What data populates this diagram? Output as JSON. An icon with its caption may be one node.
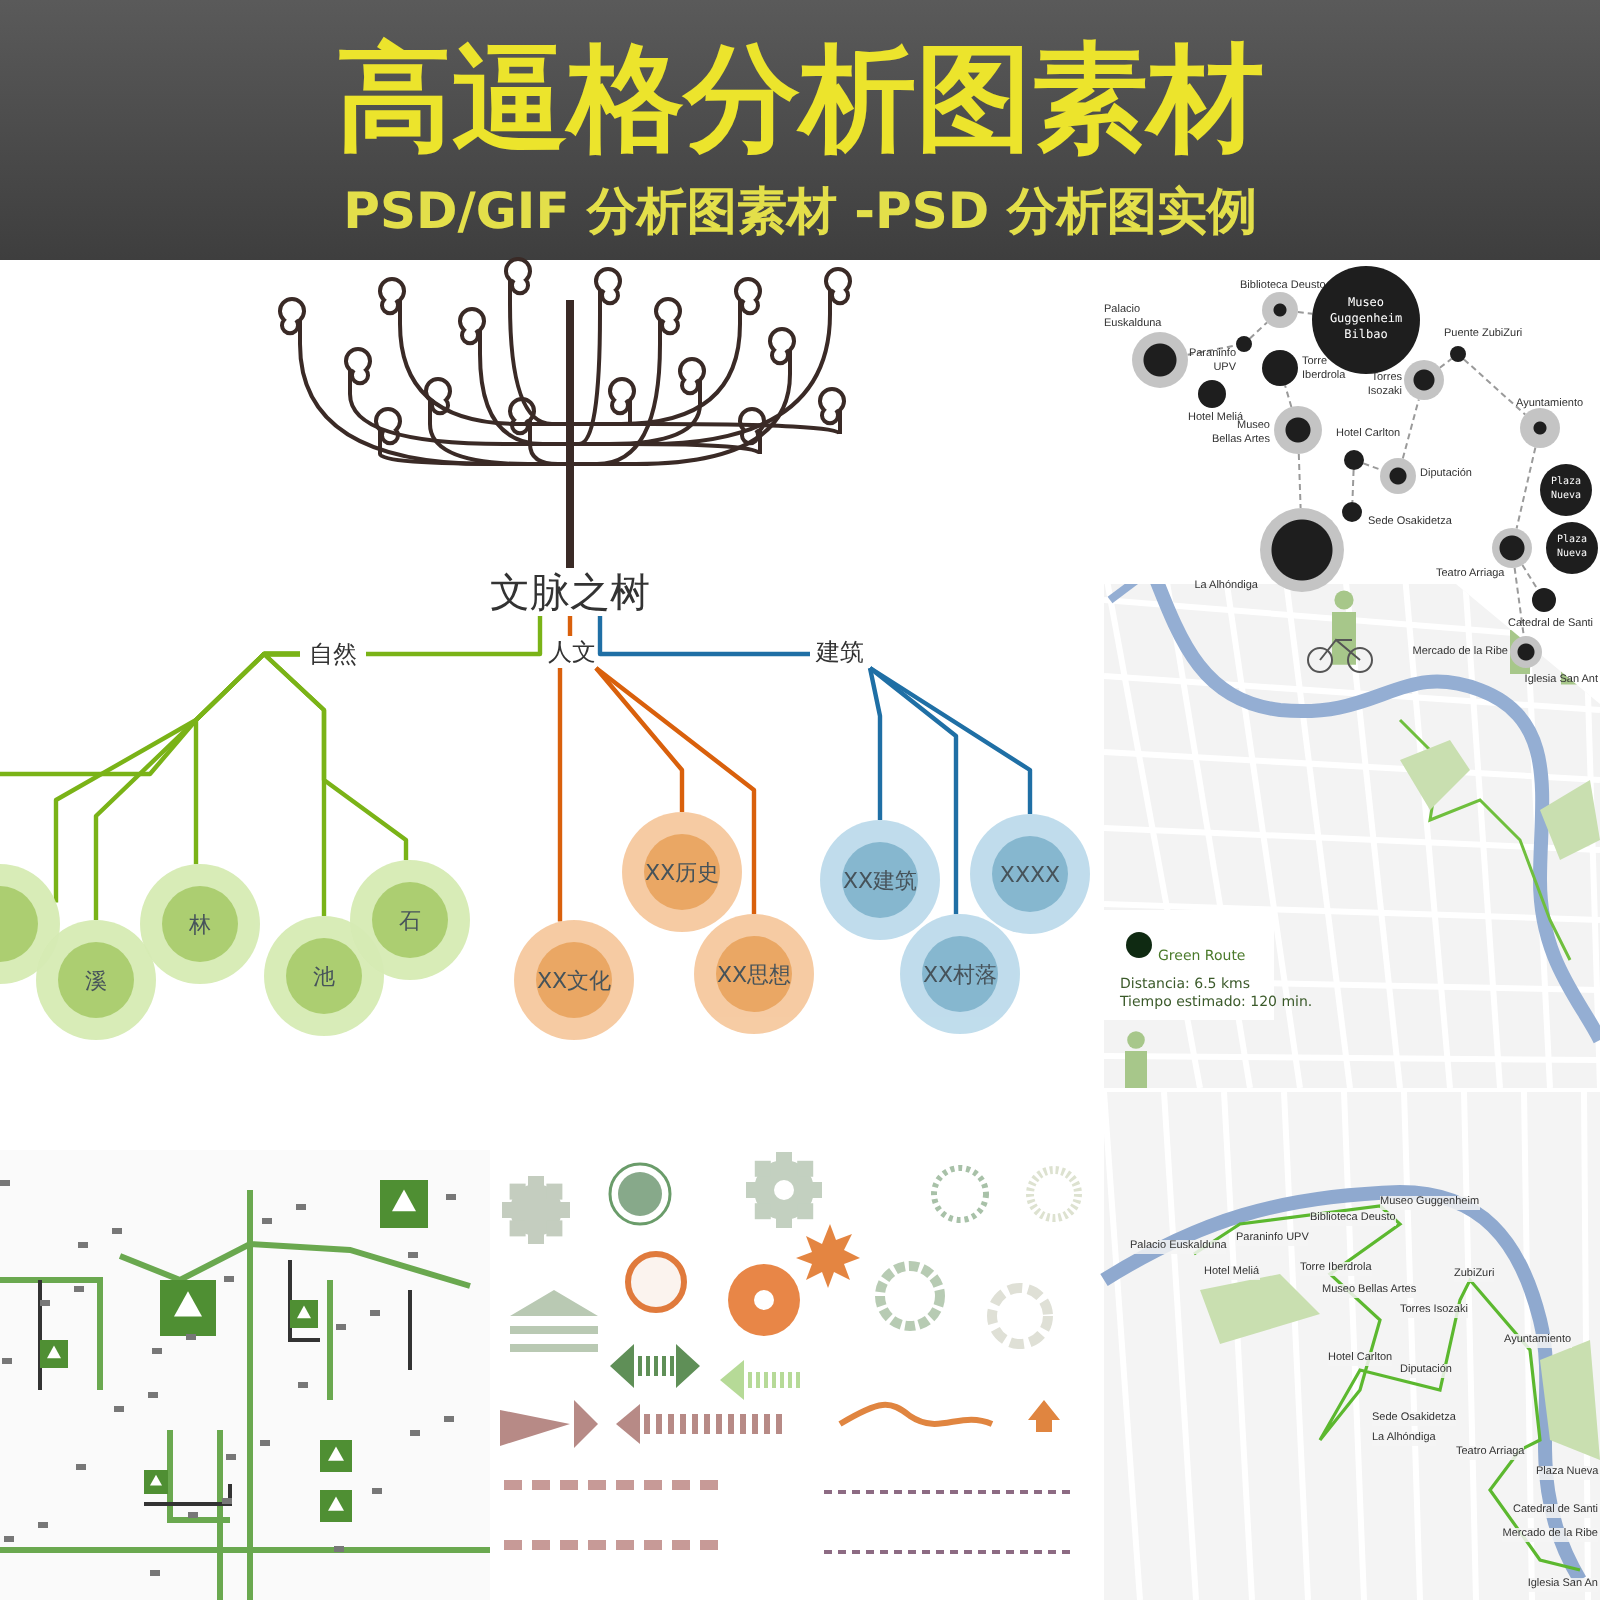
{
  "diagram": {
    "title": "高逼格分析图素材",
    "nodes": [
      {
        "text": [
          "文脉之树"
        ]
      },
      {
        "text": [
          "自然"
        ]
      },
      {
        "text": [
          "人文"
        ]
      },
      {
        "text": [
          "建筑"
        ]
      },
      {
        "text": [],
        "shape": "circle"
      },
      {
        "text": [
          "溪"
        ]
      },
      {
        "text": [
          "林"
        ]
      },
      {
        "text": [
          "池"
        ]
      },
      {
        "text": [
          "石"
        ]
      },
      {
        "text": [
          "XX文化"
        ]
      },
      {
        "text": [
          "XX历史"
        ]
      },
      {
        "text": [
          "XX思想"
        ]
      },
      {
        "text": [
          "XX建筑"
        ]
      },
      {
        "text": [
          "XXXX"
        ]
      },
      {
        "text": [
          "XX村落"
        ]
      },
      {
        "text": [],
        "shape": "circle",
        "beside": [
          "Palacio Euskalduna"
        ]
      },
      {
        "text": [],
        "shape": "circle",
        "beside": [
          "Paraninfo UPV"
        ]
      },
      {
        "text": [],
        "shape": "circle",
        "beside": [
          "Biblioteca Deusto"
        ]
      },
      {
        "text": [
          "Museo Guggenheim Bilbao"
        ]
      },
      {
        "text": [],
        "shape": "circle",
        "beside": [
          "Hotel Meliá"
        ]
      },
      {
        "text": [],
        "shape": "circle",
        "beside": [
          "Torre Iberdrola"
        ]
      },
      {
        "text": [],
        "shape": "circle",
        "beside": [
          "Museo Bellas Artes"
        ]
      },
      {
        "text": [],
        "shape": "circle",
        "beside": [
          "Puente ZubiZuri"
        ]
      },
      {
        "text": [],
        "shape": "circle",
        "beside": [
          "Torres Isozaki"
        ]
      },
      {
        "text": [],
        "shape": "circle",
        "beside": [
          "Hotel Carlton"
        ]
      },
      {
        "text": [],
        "shape": "circle",
        "beside": [
          "Diputación"
        ]
      },
      {
        "text": [],
        "shape": "circle",
        "beside": [
          "Sede Osakidetza"
        ]
      },
      {
        "text": [],
        "shape": "circle",
        "beside": [
          "La Alhóndiga"
        ]
      },
      {
        "text": [],
        "shape": "circle",
        "beside": [
          "Ayuntamiento"
        ]
      },
      {
        "text": [
          "Plaza Nueva"
        ]
      },
      {
        "text": [
          "Plaza Nueva"
        ]
      },
      {
        "text": [],
        "shape": "circle",
        "beside": [
          "Teatro Arriaga"
        ]
      },
      {
        "text": [],
        "shape": "circle",
        "beside": [
          "Catedral de Santi"
        ]
      },
      {
        "text": [],
        "shape": "circle",
        "beside": [
          "Mercado de la Ribe"
        ]
      }
    ],
    "edges": [
      {
        "from": 0,
        "to": 1,
        "arrow": "none",
        "color": "#7ab317"
      },
      {
        "from": 0,
        "to": 2,
        "arrow": "none",
        "color": "#d9600c"
      },
      {
        "from": 0,
        "to": 3,
        "arrow": "none",
        "color": "#1f6fa5"
      },
      {
        "from": 1,
        "to": null,
        "arrow": "none",
        "color": "#7ab317"
      },
      {
        "from": 1,
        "to": 4,
        "arrow": "none",
        "color": "#7ab317"
      },
      {
        "from": 1,
        "to": 5,
        "arrow": "none",
        "color": "#7ab317"
      },
      {
        "from": 1,
        "to": 6,
        "arrow": "none",
        "color": "#7ab317"
      },
      {
        "from": 1,
        "to": 7,
        "arrow": "none",
        "color": "#7ab317"
      },
      {
        "from": 1,
        "to": 8,
        "arrow": "none",
        "color": "#7ab317"
      },
      {
        "from": 2,
        "to": 9,
        "arrow": "none",
        "color": "#d9600c"
      },
      {
        "from": 2,
        "to": 10,
        "arrow": "none",
        "color": "#d9600c"
      },
      {
        "from": 2,
        "to": 11,
        "arrow": "none",
        "color": "#d9600c"
      },
      {
        "from": 3,
        "to": 12,
        "arrow": "none",
        "color": "#1f6fa5"
      },
      {
        "from": 3,
        "to": 13,
        "arrow": "none",
        "color": "#1f6fa5"
      },
      {
        "from": 3,
        "to": 14,
        "arrow": "none",
        "color": "#1f6fa5"
      },
      {
        "from": 15,
        "to": 16,
        "arrow": "none",
        "style": "dashed"
      },
      {
        "from": 16,
        "to": 17,
        "arrow": "none",
        "style": "dashed"
      },
      {
        "from": 17,
        "to": 18,
        "arrow": "none",
        "style": "dashed"
      },
      {
        "from": 21,
        "to": 20,
        "arrow": "none",
        "style": "dashed"
      },
      {
        "from": 21,
        "to": 27,
        "arrow": "none",
        "style": "dashed"
      },
      {
        "from": 24,
        "to": 25,
        "arrow": "none",
        "style": "dashed"
      },
      {
        "from": 24,
        "to": 26,
        "arrow": "none",
        "style": "dashed"
      },
      {
        "from": 25,
        "to": 23,
        "arrow": "none",
        "style": "dashed"
      },
      {
        "from": 23,
        "to": 22,
        "arrow": "none",
        "style": "dashed"
      },
      {
        "from": 22,
        "to": 28,
        "arrow": "none",
        "style": "dashed"
      },
      {
        "from": 28,
        "to": 31,
        "arrow": "none",
        "style": "dashed"
      },
      {
        "from": 31,
        "to": 33,
        "arrow": "none",
        "style": "dashed"
      },
      {
        "from": 31,
        "to": 32,
        "arrow": "none",
        "style": "dashed"
      }
    ],
    "labels": [
      "PSD/GIF 分析图素材 -PSD 分析图实例",
      "Distancia: 6.5 kms",
      "Tiempo estimado: 120 min.",
      "Iglesia San Ant",
      "Museo Guggenheim",
      "Biblioteca Deusto",
      "Paraninfo UPV",
      "Palacio Euskalduna",
      "Hotel Meliá",
      "Torre Iberdrola",
      "Museo Bellas Artes",
      "ZubiZuri",
      "Torres Isozaki",
      "Hotel Carlton",
      "Diputación",
      "Sede Osakidetza",
      "La Alhóndiga",
      "Ayuntamiento",
      "Teatro Arriaga",
      "Plaza Nueva",
      "Catedral de Santi",
      "Mercado de la Ribe",
      "Iglesia San An"
    ],
    "legend": [
      {
        "text": "Green Route",
        "color": "#0f2a12"
      }
    ]
  }
}
